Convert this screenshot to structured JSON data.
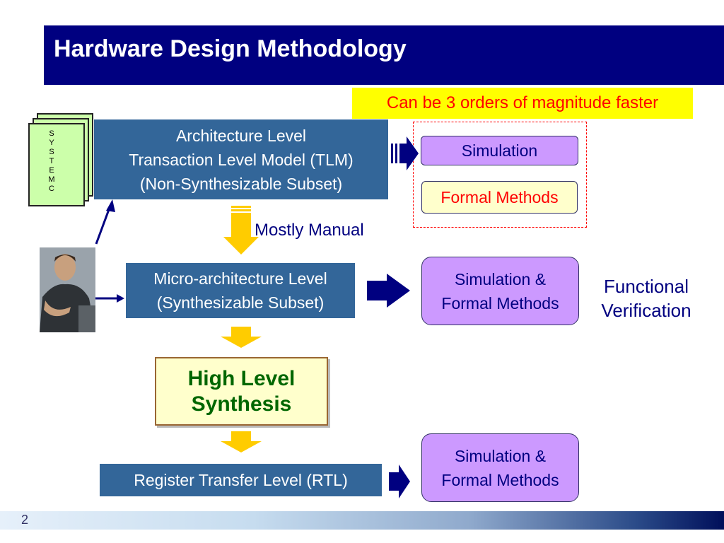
{
  "title": "Hardware Design Methodology",
  "callout": "Can be 3 orders of magnitude faster",
  "systemc_letters": [
    "S",
    "Y",
    "S",
    "T",
    "E",
    "M",
    "C"
  ],
  "levels": {
    "architecture": [
      "Architecture Level",
      "Transaction Level Model (TLM)",
      "(Non-Synthesizable Subset)"
    ],
    "micro": [
      "Micro-architecture Level",
      "(Synthesizable Subset)"
    ],
    "rtl": "Register Transfer Level (RTL)"
  },
  "mostly_manual": "Mostly Manual",
  "hls": [
    "High Level",
    "Synthesis"
  ],
  "verification": {
    "simulation": "Simulation",
    "formal": "Formal Methods",
    "micro": [
      "Simulation &",
      "Formal Methods"
    ],
    "rtl": [
      "Simulation &",
      "Formal Methods"
    ]
  },
  "functional_verification": [
    "Functional",
    "Verification"
  ],
  "page_number": "2",
  "colors": {
    "title_bg": "#000080",
    "level_box": "#336699",
    "pill": "#cc99ff",
    "callout_bg": "#ffff00",
    "callout_text": "#ff0000",
    "hls_text": "#006600",
    "arrow_yellow": "#ffcc00",
    "arrow_navy": "#000080"
  }
}
